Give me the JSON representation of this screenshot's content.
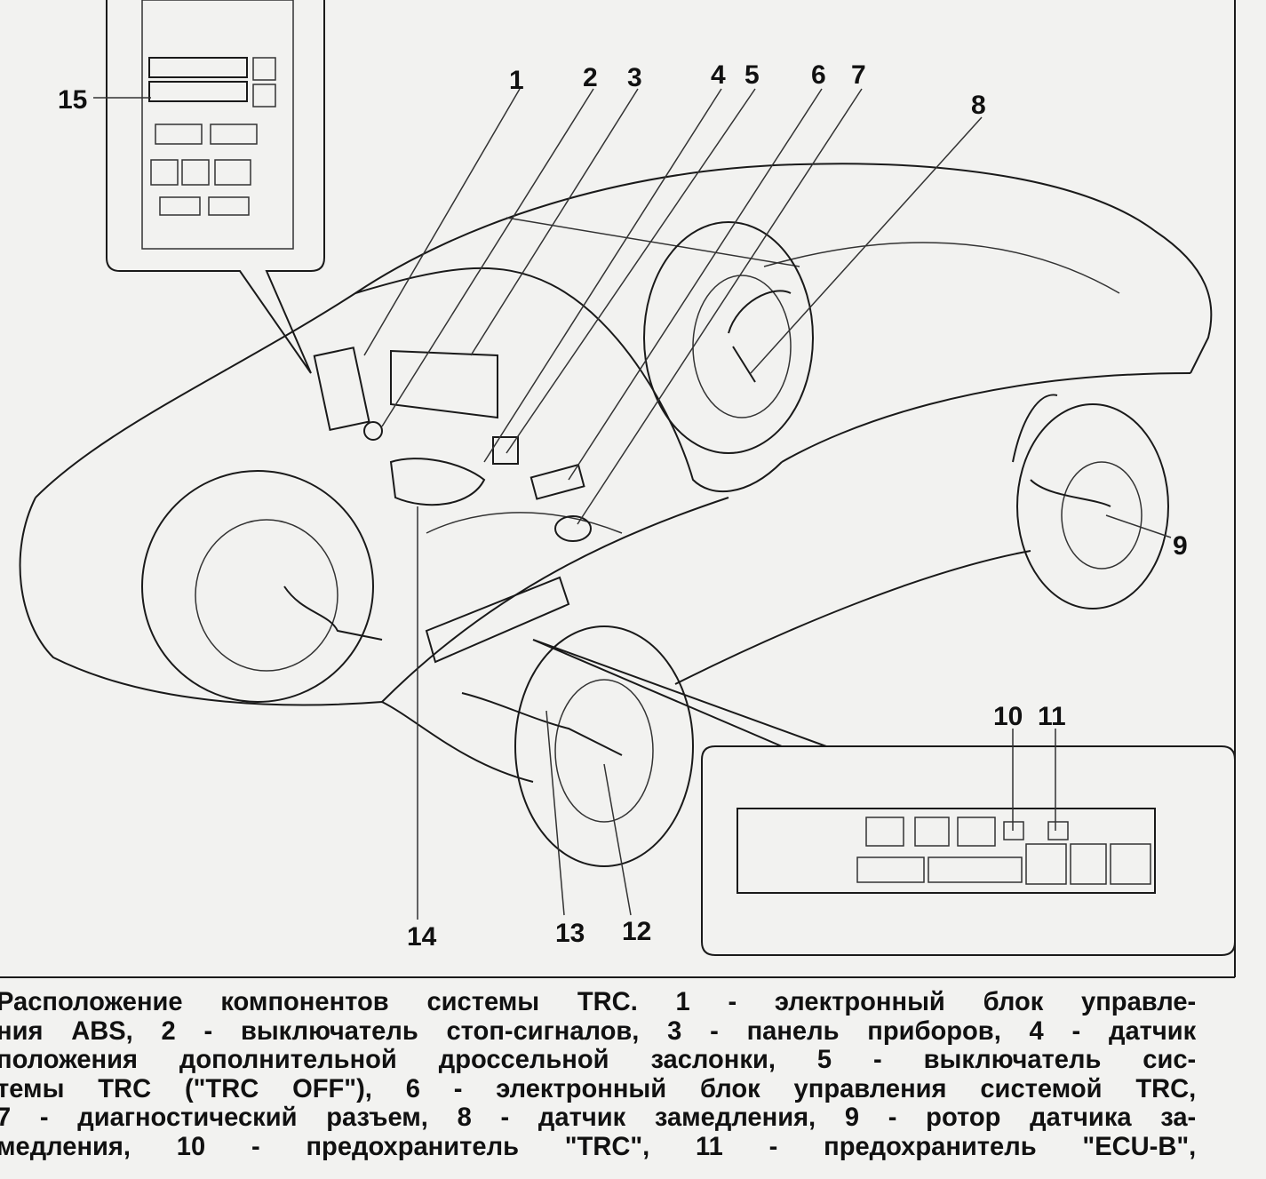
{
  "figure": {
    "labels": [
      "1",
      "2",
      "3",
      "4",
      "5",
      "6",
      "7",
      "8",
      "9",
      "10",
      "11",
      "12",
      "13",
      "14",
      "15"
    ]
  },
  "caption": {
    "lines": [
      "Расположение компонентов системы TRC. 1 - электронный блок управле-",
      "ния ABS, 2 - выключатель стоп-сигналов, 3 - панель приборов, 4 - датчик",
      "положения дополнительной дроссельной заслонки, 5 - выключатель сис-",
      "темы TRC (\"TRC OFF\"), 6 - электронный блок управления системой TRC,",
      "7 - диагностический разъем, 8 - датчик замедления, 9 - ротор датчика за-",
      "медления, 10 - предохранитель \"TRC\", 11 - предохранитель \"ECU-B\","
    ]
  }
}
